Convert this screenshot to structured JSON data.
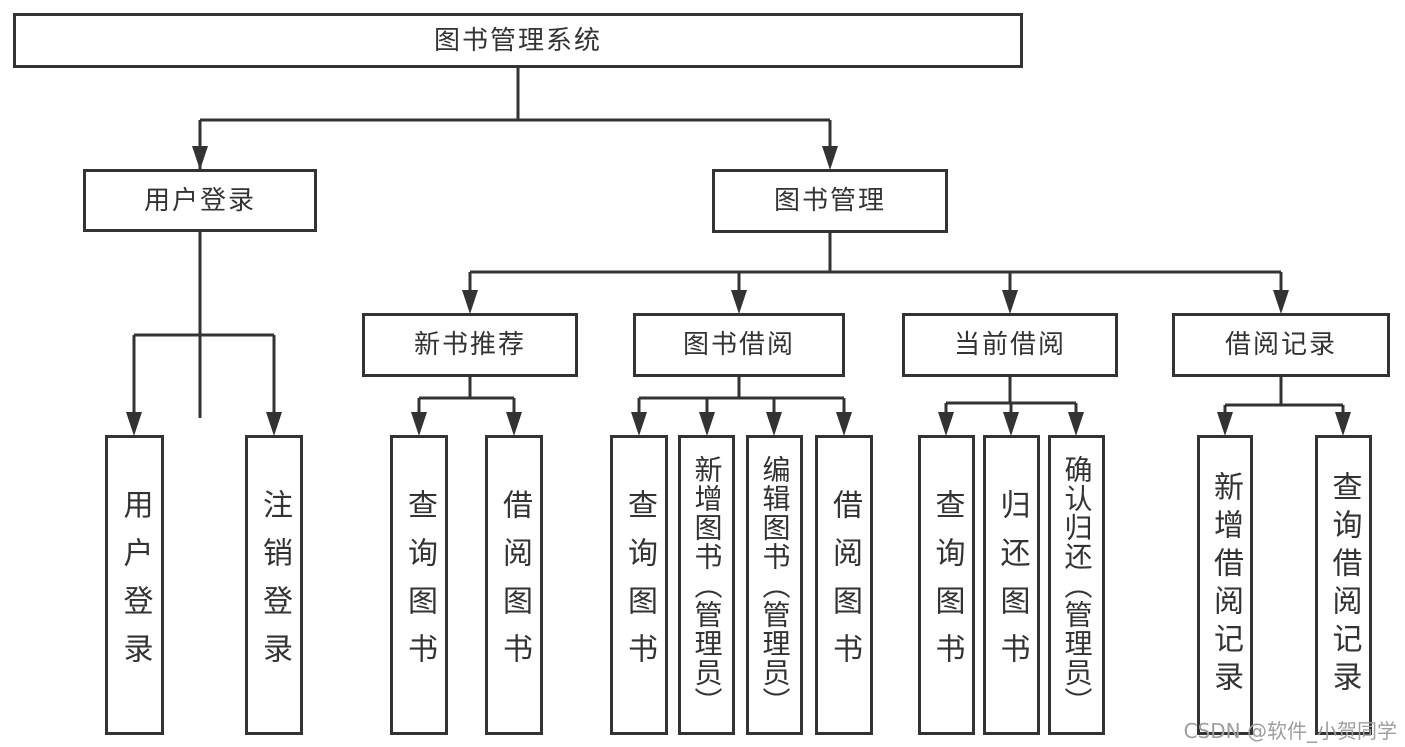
{
  "diagram_type": "function-hierarchy-tree",
  "colors": {
    "line": "#333333",
    "box_background": "#ffffff",
    "text": "#333333",
    "watermark": "#9e9e9e"
  },
  "tree": {
    "label": "图书管理系统",
    "children": [
      {
        "label": "用户登录",
        "children": [
          {
            "label": "用户登录"
          },
          {
            "label": "注销登录"
          }
        ]
      },
      {
        "label": "图书管理",
        "children": [
          {
            "label": "新书推荐",
            "children": [
              {
                "label": "查询图书"
              },
              {
                "label": "借阅图书"
              }
            ]
          },
          {
            "label": "图书借阅",
            "children": [
              {
                "label": "查询图书"
              },
              {
                "label": "新增图书（管理员）"
              },
              {
                "label": "编辑图书（管理员）"
              },
              {
                "label": "借阅图书"
              }
            ]
          },
          {
            "label": "当前借阅",
            "children": [
              {
                "label": "查询图书"
              },
              {
                "label": "归还图书"
              },
              {
                "label": "确认归还（管理员）"
              }
            ]
          },
          {
            "label": "借阅记录",
            "children": [
              {
                "label": "新增借阅记录"
              },
              {
                "label": "查询借阅记录"
              }
            ]
          }
        ]
      }
    ]
  },
  "watermark": {
    "text": "CSDN @软件_小贺同学"
  }
}
